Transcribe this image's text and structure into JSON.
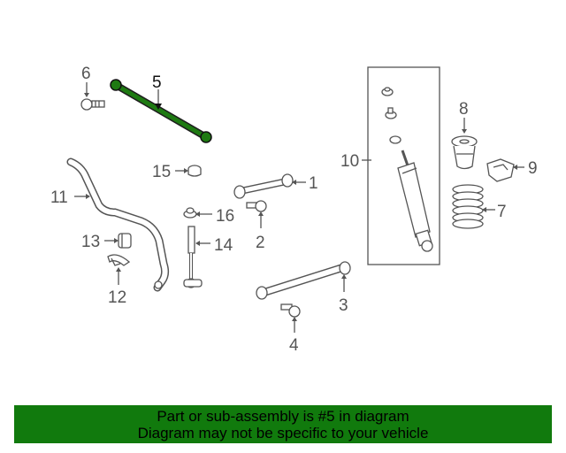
{
  "diagram": {
    "highlight_color": "#1e7a12",
    "callouts": {
      "c1": "1",
      "c2": "2",
      "c3": "3",
      "c4": "4",
      "c5": "5",
      "c6": "6",
      "c7": "7",
      "c8": "8",
      "c9": "9",
      "c10": "10",
      "c11": "11",
      "c12": "12",
      "c13": "13",
      "c14": "14",
      "c15": "15",
      "c16": "16"
    },
    "highlighted_part": "5"
  },
  "footer": {
    "line1": "Part or sub-assembly is #5 in diagram",
    "line2": "Diagram may not be specific to your vehicle",
    "background": "#117a0d"
  }
}
